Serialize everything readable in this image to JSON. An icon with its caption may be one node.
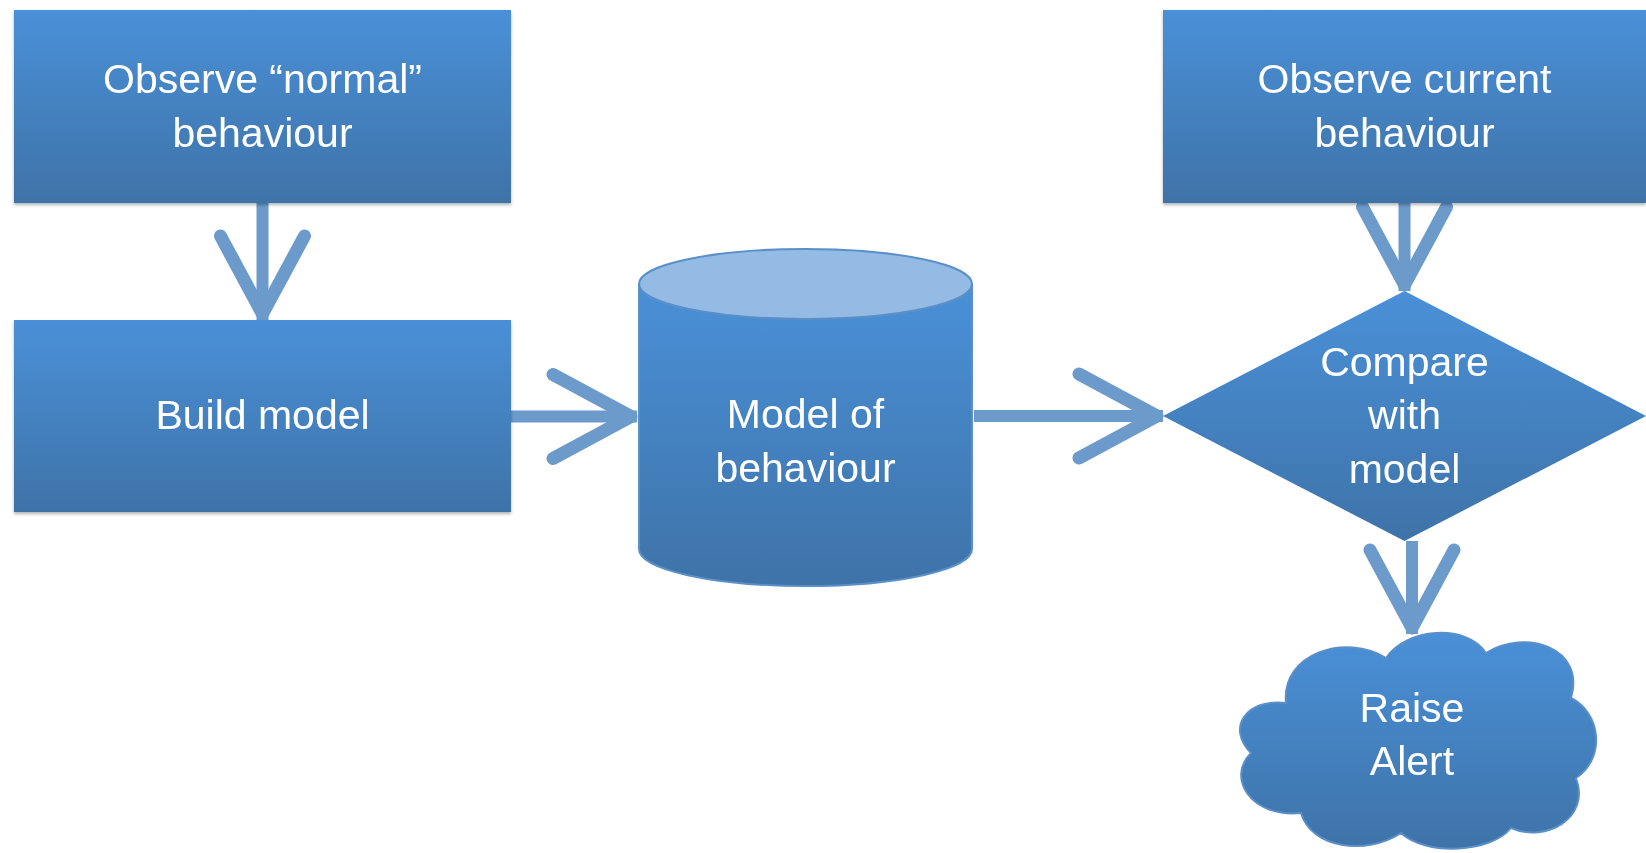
{
  "diagram": {
    "nodes": [
      {
        "text": [
          "Observe “normal” behaviour"
        ]
      },
      {
        "text": [
          "Build model"
        ]
      },
      {
        "text": [
          "Model of behaviour"
        ]
      },
      {
        "text": [
          "Observe current behaviour"
        ]
      },
      {
        "text": [
          "Compare with model"
        ]
      },
      {
        "text": [
          "Raise Alert"
        ]
      }
    ],
    "edges": [
      {
        "from": 0,
        "to": 1,
        "arrow": "to"
      },
      {
        "from": 1,
        "to": 2,
        "arrow": "to"
      },
      {
        "from": 2,
        "to": 4,
        "arrow": "to"
      },
      {
        "from": 3,
        "to": 4,
        "arrow": "to"
      },
      {
        "from": 4,
        "to": 5,
        "arrow": "to"
      }
    ]
  }
}
